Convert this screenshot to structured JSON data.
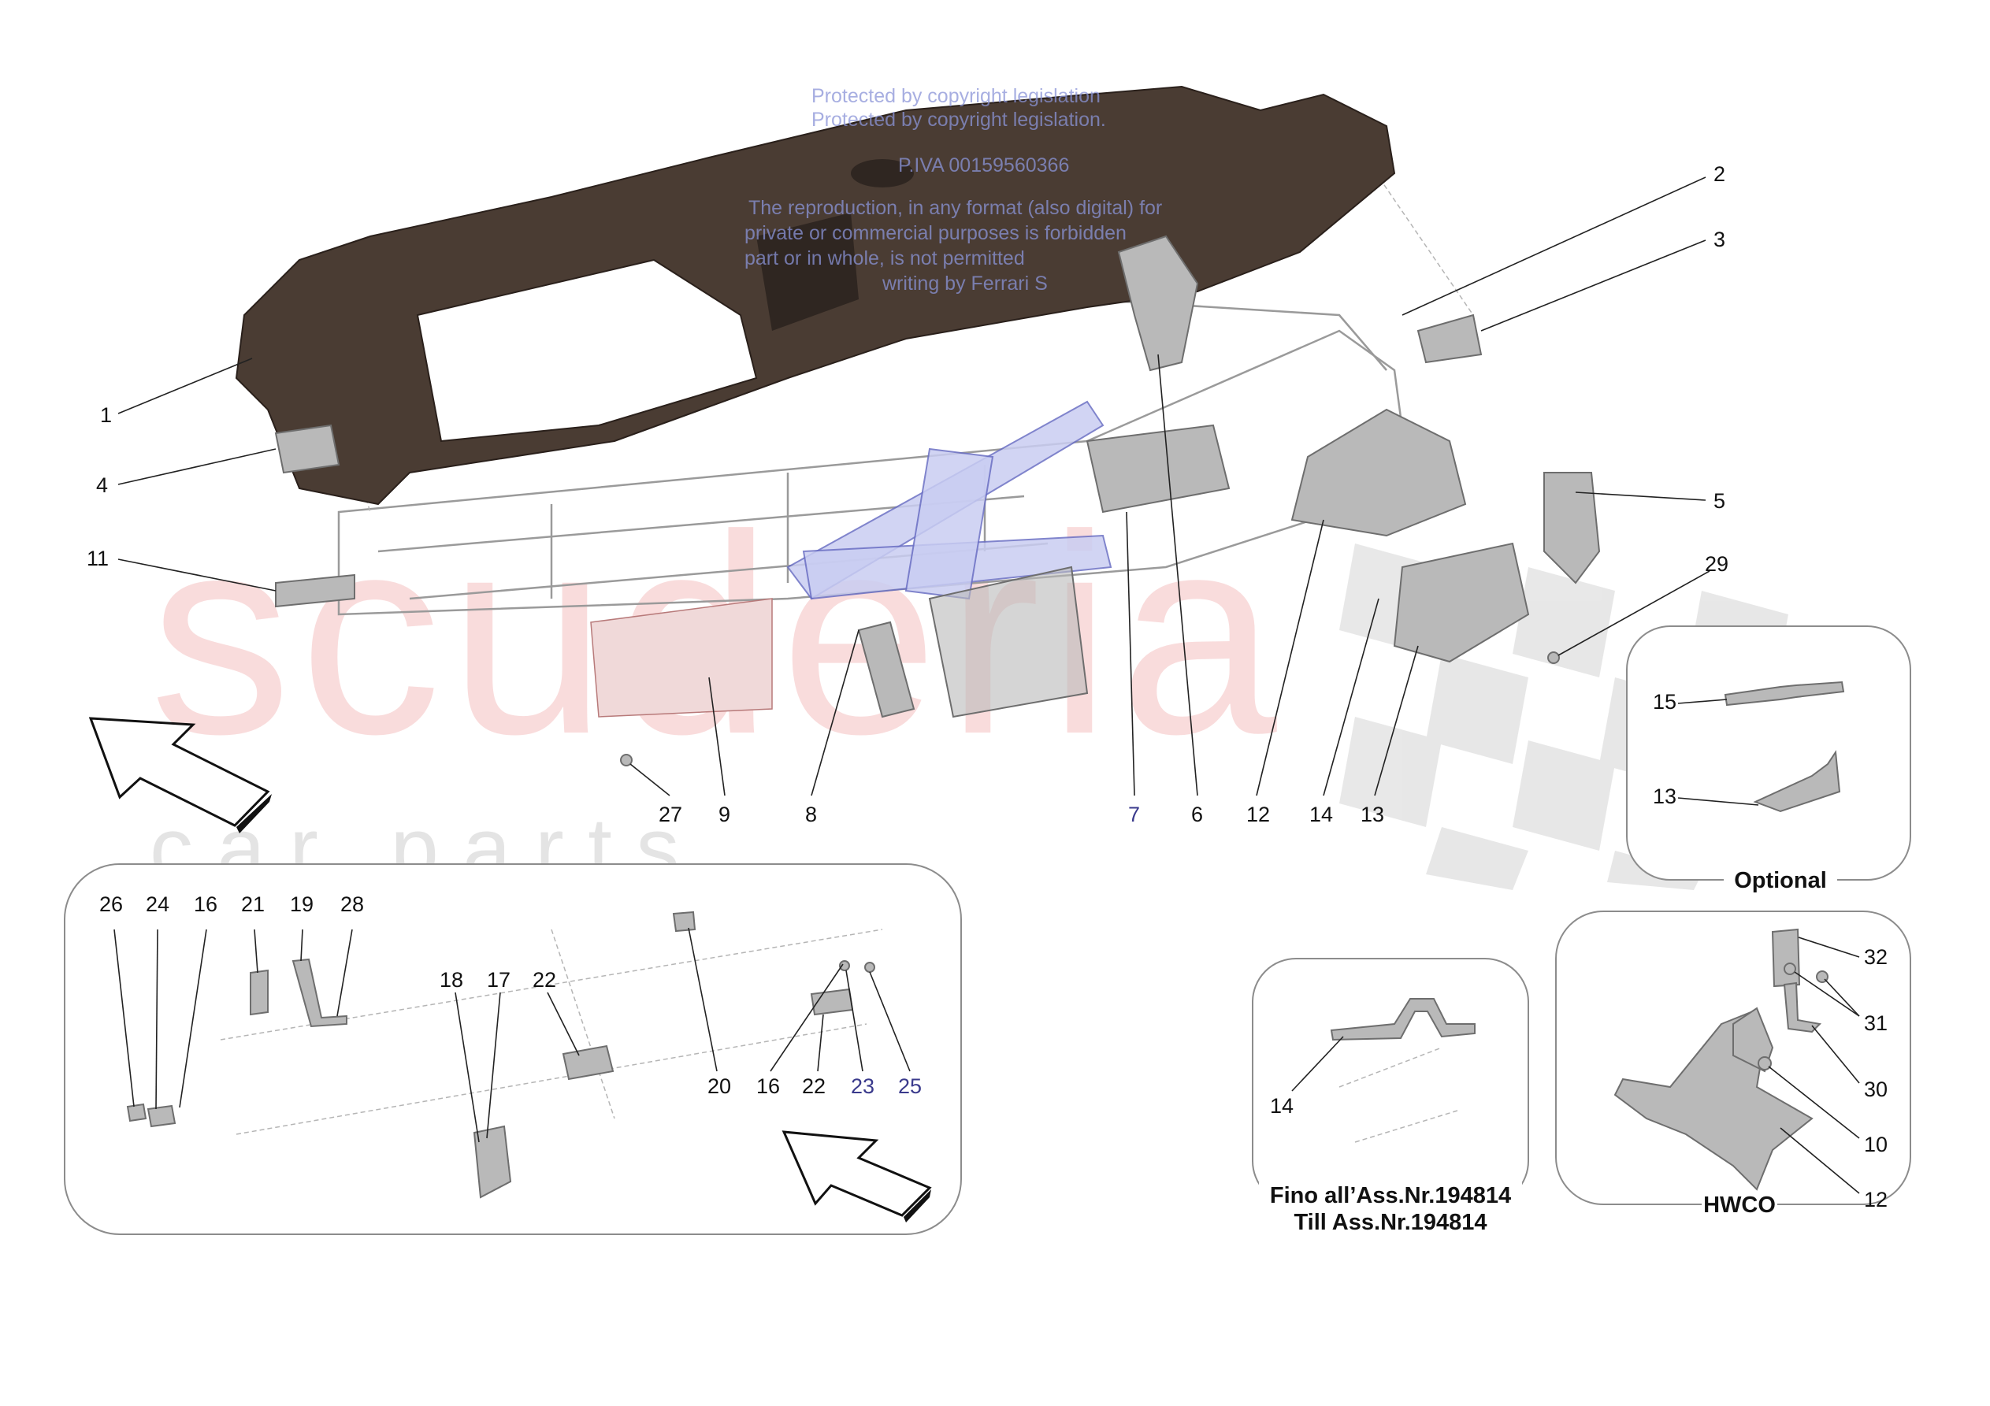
{
  "watermark": {
    "brand": "scuderia",
    "sub": "c a r   p a r t s",
    "copyright_lines": [
      "Protected by copyright legislation",
      "Protected by copyright legislation.",
      "P.IVA 00159560366",
      "The reproduction, in any format (also digital) for",
      "private or commercial purposes is forbidden",
      "part or in whole, is not permitted",
      "writing by Ferrari S"
    ]
  },
  "callouts": {
    "main": [
      {
        "id": "c1",
        "text": "1"
      },
      {
        "id": "c2",
        "text": "2"
      },
      {
        "id": "c3",
        "text": "3"
      },
      {
        "id": "c4",
        "text": "4"
      },
      {
        "id": "c5",
        "text": "5"
      },
      {
        "id": "c6",
        "text": "6"
      },
      {
        "id": "c7",
        "text": "7"
      },
      {
        "id": "c8",
        "text": "8"
      },
      {
        "id": "c9",
        "text": "9"
      },
      {
        "id": "c11",
        "text": "11"
      },
      {
        "id": "c12",
        "text": "12"
      },
      {
        "id": "c13",
        "text": "13"
      },
      {
        "id": "c14",
        "text": "14"
      },
      {
        "id": "c27",
        "text": "27"
      },
      {
        "id": "c29",
        "text": "29"
      }
    ],
    "detail": [
      {
        "id": "d26",
        "text": "26"
      },
      {
        "id": "d24",
        "text": "24"
      },
      {
        "id": "d16a",
        "text": "16"
      },
      {
        "id": "d21",
        "text": "21"
      },
      {
        "id": "d19",
        "text": "19"
      },
      {
        "id": "d28",
        "text": "28"
      },
      {
        "id": "d18",
        "text": "18"
      },
      {
        "id": "d17",
        "text": "17"
      },
      {
        "id": "d22a",
        "text": "22"
      },
      {
        "id": "d20",
        "text": "20"
      },
      {
        "id": "d16b",
        "text": "16"
      },
      {
        "id": "d22b",
        "text": "22"
      },
      {
        "id": "d23",
        "text": "23"
      },
      {
        "id": "d25",
        "text": "25"
      }
    ],
    "optional": [
      {
        "id": "o15",
        "text": "15"
      },
      {
        "id": "o13",
        "text": "13"
      }
    ],
    "fino": [
      {
        "id": "f14",
        "text": "14"
      }
    ],
    "hwco": [
      {
        "id": "h32",
        "text": "32"
      },
      {
        "id": "h31",
        "text": "31"
      },
      {
        "id": "h30",
        "text": "30"
      },
      {
        "id": "h10",
        "text": "10"
      },
      {
        "id": "h12",
        "text": "12"
      }
    ]
  },
  "panels": {
    "optional": {
      "title": "Optional"
    },
    "fino": {
      "title_line1": "Fino all’Ass.Nr.194814",
      "title_line2": "Till Ass.Nr.194814"
    },
    "hwco": {
      "title": "HWCO"
    }
  },
  "colors": {
    "dashboard": "#4a3c33",
    "bracket": "#b9b9b9",
    "crossbeam": "#c9cdf2",
    "watermark": "#f2b3b3"
  }
}
